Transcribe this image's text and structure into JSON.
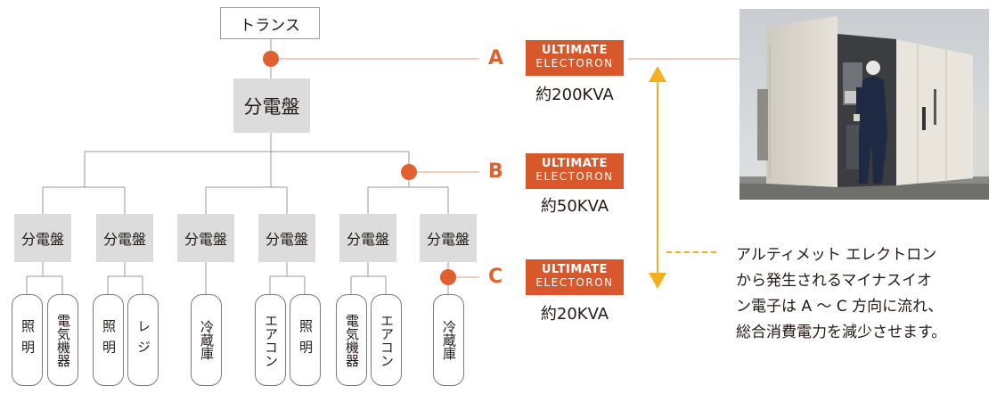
{
  "transformer": {
    "label": "トランス"
  },
  "main_panel": {
    "label": "分電盤"
  },
  "sub_panels": [
    "分電盤",
    "分電盤",
    "分電盤",
    "分電盤",
    "分電盤",
    "分電盤"
  ],
  "loads": [
    "照明",
    "電気機器",
    "照明",
    "レジ",
    "冷蔵庫",
    "エアコン",
    "照明",
    "電気機器",
    "エアコン",
    "冷蔵庫"
  ],
  "points": [
    {
      "letter": "A",
      "logo_top": "ULTIMATE",
      "logo_bottom": "ELECTORON",
      "kva": "約200KVA"
    },
    {
      "letter": "B",
      "logo_top": "ULTIMATE",
      "logo_bottom": "ELECTORON",
      "kva": "約50KVA"
    },
    {
      "letter": "C",
      "logo_top": "ULTIMATE",
      "logo_bottom": "ELECTORON",
      "kva": "約20KVA"
    }
  ],
  "description": {
    "lines": [
      "アルティメット エレクトロン",
      "から発生されるマイナスイオ",
      "ン電子は A ～ C 方向に流れ、",
      "総合消費電力を減少させます。"
    ]
  },
  "colors": {
    "accent": "#e0612f",
    "arrow": "#f2b01e",
    "panel": "#dcdcdc",
    "line": "#9a9a9a"
  }
}
